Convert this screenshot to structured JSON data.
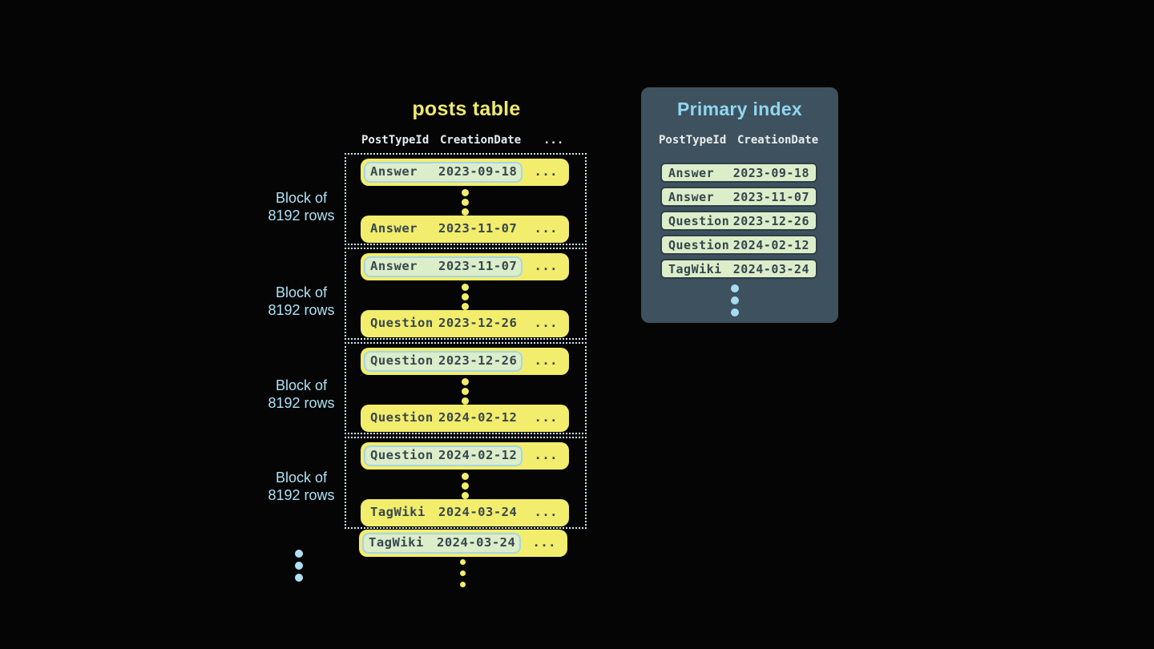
{
  "posts": {
    "title": "posts table",
    "columns": {
      "c1": "PostTypeId",
      "c2": "CreationDate",
      "c3": "..."
    },
    "block_label": {
      "line1": "Block of",
      "line2": "8192 rows"
    },
    "row_ellipsis": "...",
    "blocks": [
      {
        "first": {
          "type": "Answer",
          "date": "2023-09-18"
        },
        "last": {
          "type": "Answer",
          "date": "2023-11-07"
        }
      },
      {
        "first": {
          "type": "Answer",
          "date": "2023-11-07"
        },
        "last": {
          "type": "Question",
          "date": "2023-12-26"
        }
      },
      {
        "first": {
          "type": "Question",
          "date": "2023-12-26"
        },
        "last": {
          "type": "Question",
          "date": "2024-02-12"
        }
      },
      {
        "first": {
          "type": "Question",
          "date": "2024-02-12"
        },
        "last": {
          "type": "TagWiki",
          "date": "2024-03-24"
        }
      }
    ],
    "overflow_row": {
      "type": "TagWiki",
      "date": "2024-03-24"
    }
  },
  "index": {
    "title": "Primary index",
    "columns": {
      "c1": "PostTypeId",
      "c2": "CreationDate"
    },
    "rows": [
      {
        "type": "Answer",
        "date": "2023-09-18"
      },
      {
        "type": "Answer",
        "date": "2023-11-07"
      },
      {
        "type": "Question",
        "date": "2023-12-26"
      },
      {
        "type": "Question",
        "date": "2024-02-12"
      },
      {
        "type": "TagWiki",
        "date": "2024-03-24"
      }
    ]
  },
  "colors": {
    "background": "#050505",
    "row_yellow": "#f2ed6c",
    "pale_green": "#dcedca",
    "highlight_border": "#a5d5e8",
    "dark_text": "#37464f",
    "header_text": "#e9edef",
    "label_blue": "#ade2f4",
    "panel_bg": "#3e515e",
    "title_yellow": "#eee96d",
    "title_blue": "#8fd7f1",
    "dotted_border": "#cfe9f5"
  }
}
